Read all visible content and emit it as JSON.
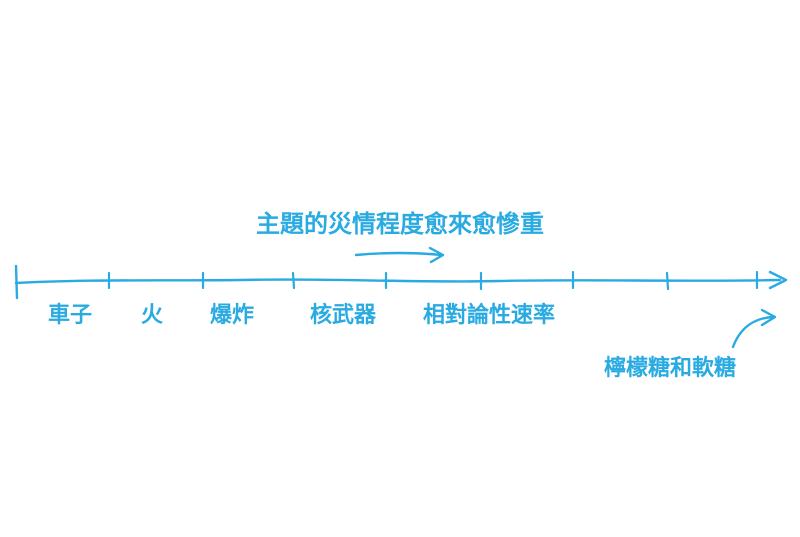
{
  "diagram": {
    "heading": "主題的災情程度愈來愈慘重",
    "timeline_labels": [
      "車子",
      "火",
      "爆炸",
      "核武器",
      "相對論性速率"
    ],
    "annotation": "檸檬糖和軟糖",
    "colors": {
      "ink": "#29abe2",
      "background": "#ffffff"
    }
  }
}
